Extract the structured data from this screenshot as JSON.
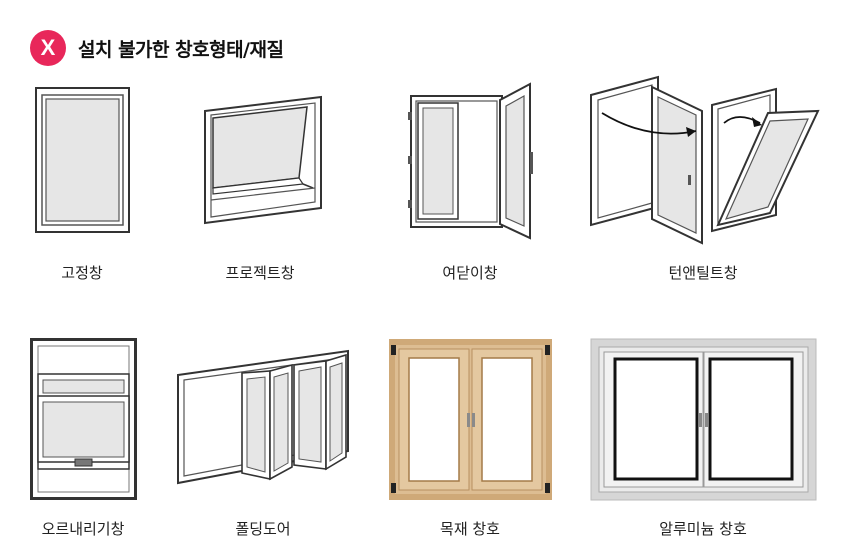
{
  "header": {
    "badge": "X",
    "title": "설치 불가한 창호형태/재질"
  },
  "items": [
    {
      "label": "고정창",
      "icon": "fixed-window-icon"
    },
    {
      "label": "프로젝트창",
      "icon": "projected-window-icon"
    },
    {
      "label": "여닫이창",
      "icon": "casement-window-icon"
    },
    {
      "label": "턴앤틸트창",
      "icon": "turn-and-tilt-window-icon"
    },
    {
      "label": "오르내리기창",
      "icon": "sash-window-icon"
    },
    {
      "label": "폴딩도어",
      "icon": "folding-door-icon"
    },
    {
      "label": "목재 창호",
      "icon": "wooden-window-icon"
    },
    {
      "label": "알루미늄 창호",
      "icon": "aluminum-window-icon"
    }
  ],
  "colors": {
    "badge": "#e8275a",
    "frame": "#333333",
    "glass": "#e6e6e6",
    "wood": "#d8b98c",
    "aluminum": "#d9d9d9"
  }
}
